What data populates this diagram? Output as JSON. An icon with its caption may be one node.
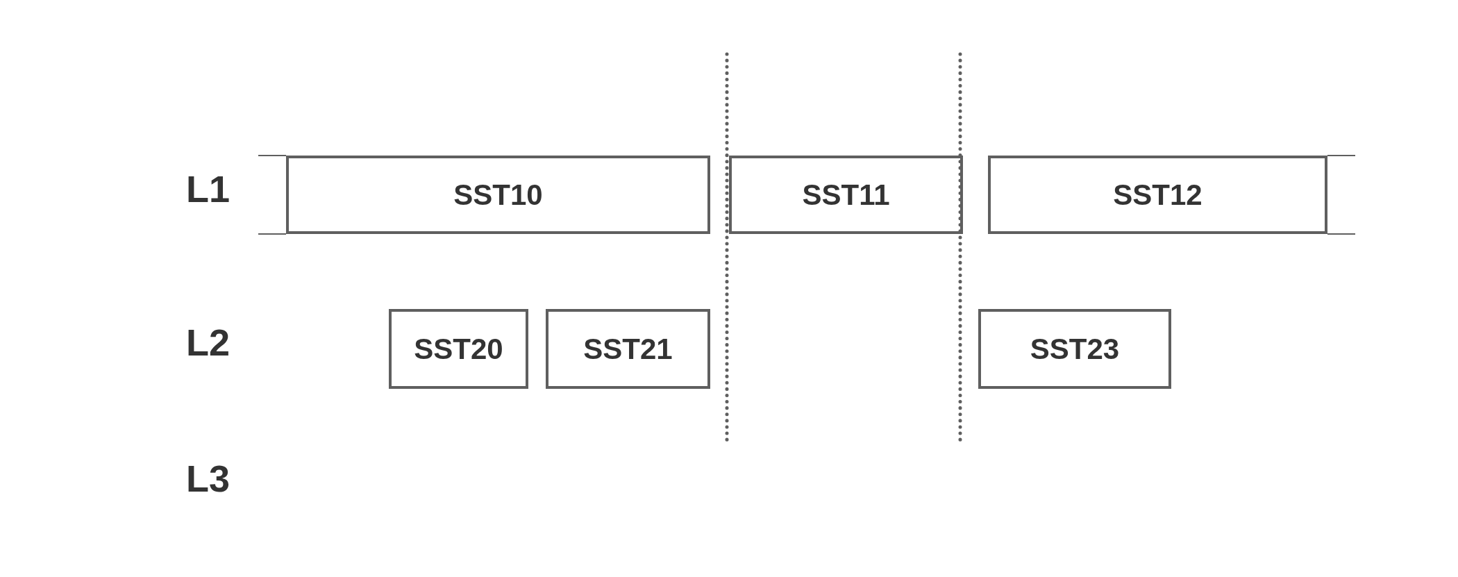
{
  "diagram": {
    "nodes": [
      {
        "text": [
          "SST10"
        ]
      },
      {
        "text": [
          "SST11"
        ]
      },
      {
        "text": [
          "SST12"
        ]
      },
      {
        "text": [
          "SST20"
        ]
      },
      {
        "text": [
          "SST21"
        ]
      },
      {
        "text": [
          "SST23"
        ]
      }
    ],
    "edges": [],
    "labels": [
      "L1",
      "L2",
      "L3"
    ]
  }
}
